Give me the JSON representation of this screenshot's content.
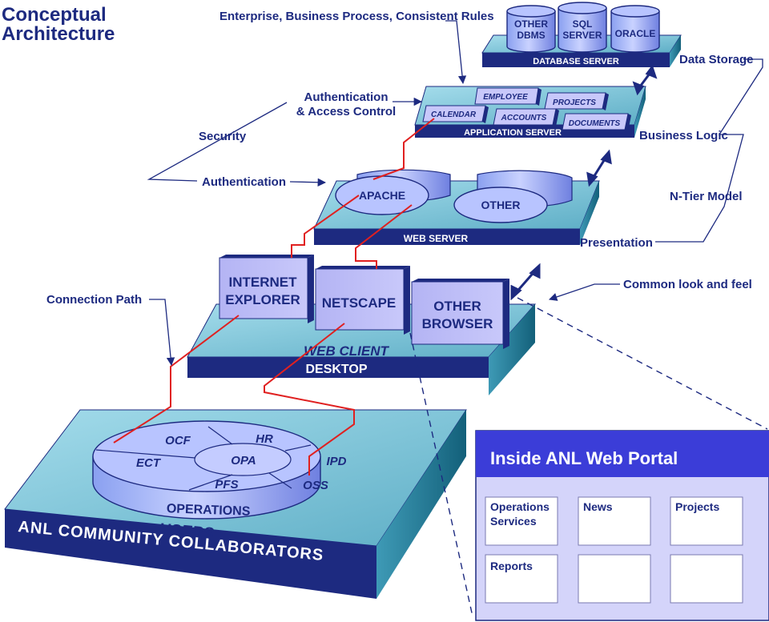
{
  "title": {
    "line1": "Conceptual",
    "line2": "Architecture"
  },
  "annotations": {
    "enterprise": "Enterprise, Business Process, Consistent Rules",
    "data_storage": "Data Storage",
    "auth_access_1": "Authentication",
    "auth_access_2": "& Access Control",
    "business_logic": "Business Logic",
    "security": "Security",
    "authentication": "Authentication",
    "ntier": "N-Tier Model",
    "presentation": "Presentation",
    "common_look": "Common look and feel",
    "connection_path": "Connection Path"
  },
  "database": {
    "label": "DATABASE SERVER",
    "cylinders": [
      [
        "OTHER",
        "DBMS"
      ],
      [
        "SQL",
        "SERVER"
      ],
      [
        "ORACLE"
      ]
    ]
  },
  "application": {
    "label": "APPLICATION SERVER",
    "modules": [
      "EMPLOYEE",
      "PROJECTS",
      "CALENDAR",
      "ACCOUNTS",
      "DOCUMENTS"
    ]
  },
  "web_server": {
    "label": "WEB SERVER",
    "servers": [
      "APACHE",
      "OTHER"
    ]
  },
  "web_client": {
    "label_italic": "WEB CLIENT",
    "label": "DESKTOP",
    "browsers": [
      [
        "INTERNET",
        "EXPLORER"
      ],
      [
        "NETSCAPE"
      ],
      [
        "OTHER",
        "BROWSER"
      ]
    ]
  },
  "users": {
    "label_italic": "USERS",
    "label": "ANL COMMUNITY COLLABORATORS",
    "disk_label": "OPERATIONS",
    "segments": [
      "OCF",
      "HR",
      "ECT",
      "OPA",
      "IPD",
      "PFS",
      "OSS"
    ]
  },
  "portal": {
    "title": "Inside ANL Web Portal",
    "tiles": [
      [
        "Operations",
        "Services"
      ],
      [
        "News"
      ],
      [
        "Projects"
      ],
      [
        "Reports"
      ],
      [
        ""
      ],
      [
        ""
      ]
    ]
  },
  "colors": {
    "navy": "#1d2a80",
    "platform": "#8ecfe0",
    "panel": "#b6b6f0",
    "red": "#e02020"
  }
}
